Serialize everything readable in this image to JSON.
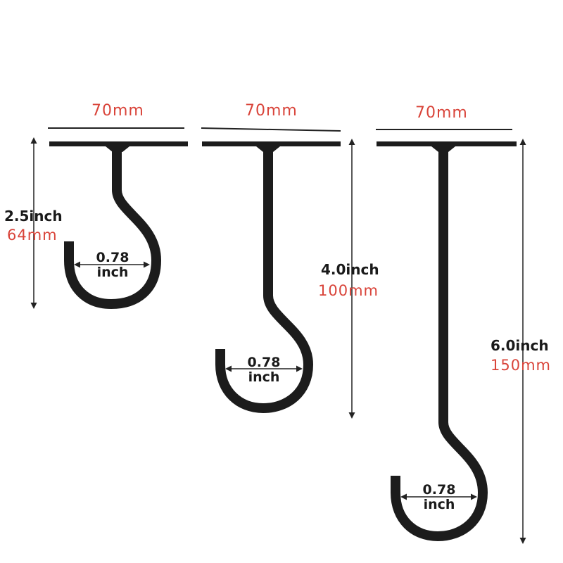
{
  "hooks": [
    {
      "width": "70mm",
      "height_in": "2.5inch",
      "height_mm": "64mm",
      "gap_val": "0.78",
      "gap_unit": "inch"
    },
    {
      "width": "70mm",
      "height_in": "4.0inch",
      "height_mm": "100mm",
      "gap_val": "0.78",
      "gap_unit": "inch"
    },
    {
      "width": "70mm",
      "height_in": "6.0inch",
      "height_mm": "150mm",
      "gap_val": "0.78",
      "gap_unit": "inch"
    }
  ],
  "colors": {
    "metal": "#1c1c1c",
    "accent": "#d9443a",
    "dim_line": "#222222"
  }
}
